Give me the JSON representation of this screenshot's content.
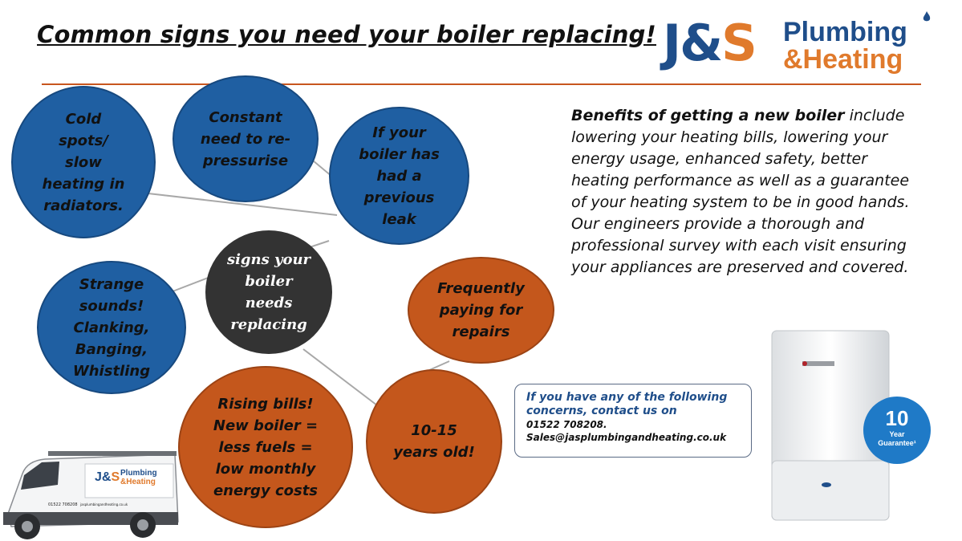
{
  "title": "Common signs you need your boiler replacing!",
  "logo": {
    "mark_j": "J",
    "mark_amp": "&",
    "mark_s": "S",
    "line1": "Plumbing",
    "line2": "&Heating"
  },
  "colors": {
    "blue": "#1f5fa2",
    "orange": "#c4571c",
    "dark": "#333333",
    "accent_rule": "#c8561e"
  },
  "center": [
    "signs your",
    "boiler",
    "needs",
    "replacing"
  ],
  "signs": [
    {
      "id": "cold-spots",
      "color": "blue",
      "lines": [
        "Cold",
        "spots/",
        "slow",
        "heating in",
        "radiators."
      ]
    },
    {
      "id": "re-pressurise",
      "color": "blue",
      "lines": [
        "Constant",
        "need to re-",
        "pressurise"
      ]
    },
    {
      "id": "previous-leak",
      "color": "blue",
      "lines": [
        "If your",
        "boiler has",
        "had a",
        "previous",
        "leak"
      ]
    },
    {
      "id": "strange-sounds",
      "color": "blue",
      "lines": [
        "Strange",
        "sounds!",
        "Clanking,",
        "Banging,",
        "Whistling"
      ]
    },
    {
      "id": "frequent-repairs",
      "color": "orange",
      "lines": [
        "Frequently",
        "paying for",
        "repairs"
      ]
    },
    {
      "id": "rising-bills",
      "color": "orange",
      "lines": [
        "Rising bills!",
        "New boiler =",
        "less fuels =",
        "low monthly",
        "energy costs"
      ]
    },
    {
      "id": "age",
      "color": "orange",
      "lines": [
        "10-15",
        "years old!"
      ]
    }
  ],
  "benefits": {
    "lead": "Benefits of getting a new boiler",
    "text": " include lowering your heating bills, lowering your energy usage, enhanced safety, better heating performance as well as a guarantee of your heating system to be in good hands.",
    "text2": "Our engineers provide a thorough and professional survey with each visit ensuring your appliances are preserved and covered."
  },
  "contact": {
    "head": "If you have any of the following concerns, contact us on",
    "phone": "01522 708208.",
    "email": "Sales@jasplumbingandheating.co.uk"
  },
  "guarantee": {
    "number": "10",
    "line1": "Year",
    "line2": "Guarantee¹"
  },
  "van": {
    "brand_line1": "Plumbing",
    "brand_line2": "&Heating",
    "phone": "01522 708208",
    "web": "jasplumbingandheating.co.uk"
  }
}
